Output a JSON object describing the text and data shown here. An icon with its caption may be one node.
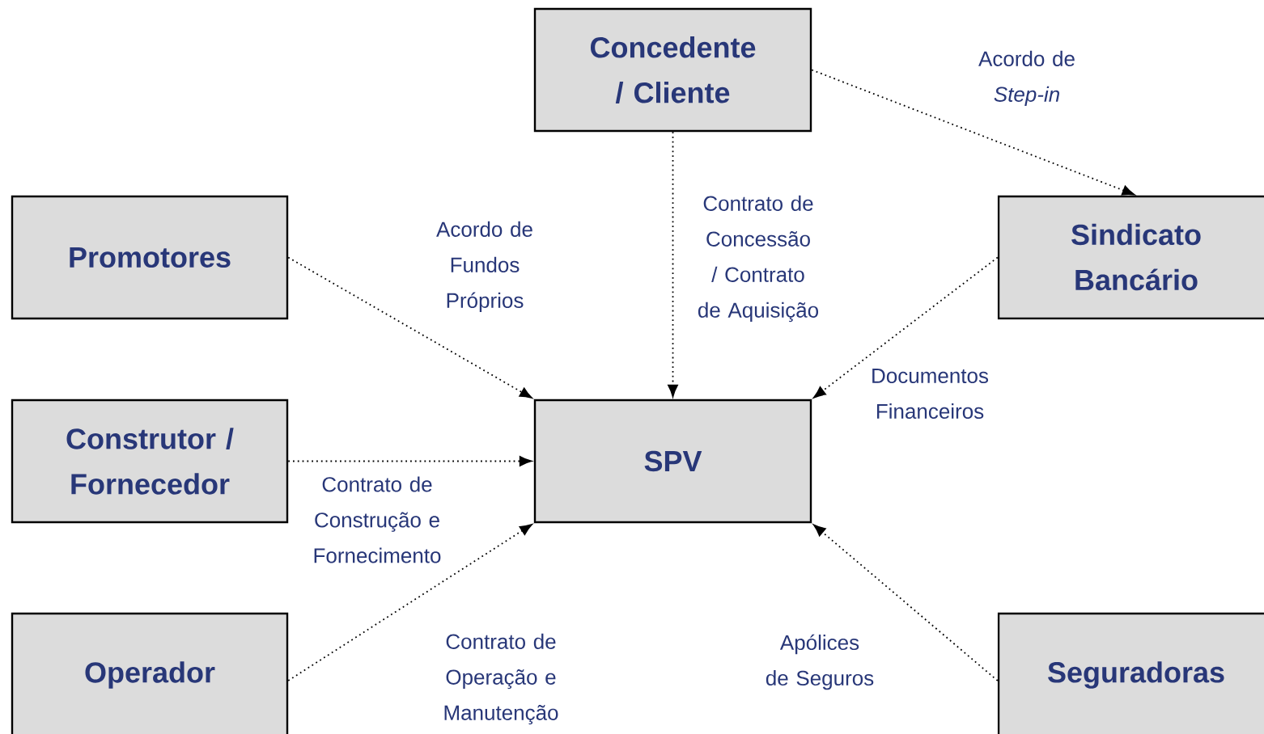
{
  "diagram": {
    "nodes": [
      {
        "text": [
          "Concedente / Cliente"
        ]
      },
      {
        "text": [
          "Promotores"
        ]
      },
      {
        "text": [
          "Sindicato Bancário"
        ]
      },
      {
        "text": [
          "Construtor / Fornecedor"
        ]
      },
      {
        "text": [
          "SPV"
        ]
      },
      {
        "text": [
          "Operador"
        ]
      },
      {
        "text": [
          "Seguradoras"
        ]
      }
    ],
    "edges": [
      {
        "from": 0,
        "to": 2,
        "arrow": "to",
        "label": "Acordo de *Step-in*"
      },
      {
        "from": 1,
        "to": 4,
        "arrow": "to",
        "label": "Acordo de Fundos Próprios"
      },
      {
        "from": 0,
        "to": 4,
        "arrow": "to",
        "label": "Contrato de Concessão / Contrato de Aquisição"
      },
      {
        "from": 2,
        "to": 4,
        "arrow": "to",
        "label": "Documentos Financeiros"
      },
      {
        "from": 3,
        "to": 4,
        "arrow": "to",
        "label": "Contrato de Construção e Fornecimento"
      },
      {
        "from": 5,
        "to": 4,
        "arrow": "to",
        "label": "Contrato de Operação e Manutenção"
      },
      {
        "from": 6,
        "to": 4,
        "arrow": "to",
        "label": "Apólices de Seguros"
      }
    ]
  }
}
